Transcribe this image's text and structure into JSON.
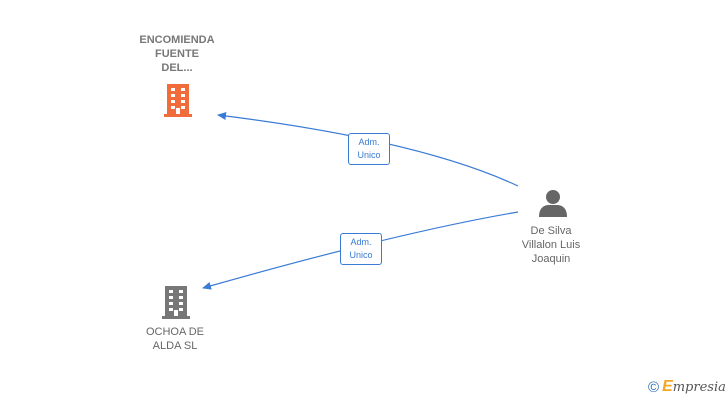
{
  "nodes": {
    "company_top": {
      "label_lines": [
        "ENCOMIENDA",
        "FUENTE",
        "DEL..."
      ],
      "color": "#f26b3a",
      "icon": "building-icon"
    },
    "company_bottom": {
      "label_lines": [
        "OCHOA DE",
        "ALDA  SL"
      ],
      "color": "#777777",
      "icon": "building-icon"
    },
    "person": {
      "label_lines": [
        "De Silva",
        "Villalon Luis",
        "Joaquin"
      ],
      "color": "#666666",
      "icon": "person-icon"
    }
  },
  "edges": [
    {
      "from": "person",
      "to": "company_top",
      "label_lines": [
        "Adm.",
        "Unico"
      ]
    },
    {
      "from": "person",
      "to": "company_bottom",
      "label_lines": [
        "Adm.",
        "Unico"
      ]
    }
  ],
  "edge_color": "#3a7bd5",
  "footer": {
    "copyright": "©",
    "brand_e": "E",
    "brand_rest": "mpresia"
  }
}
